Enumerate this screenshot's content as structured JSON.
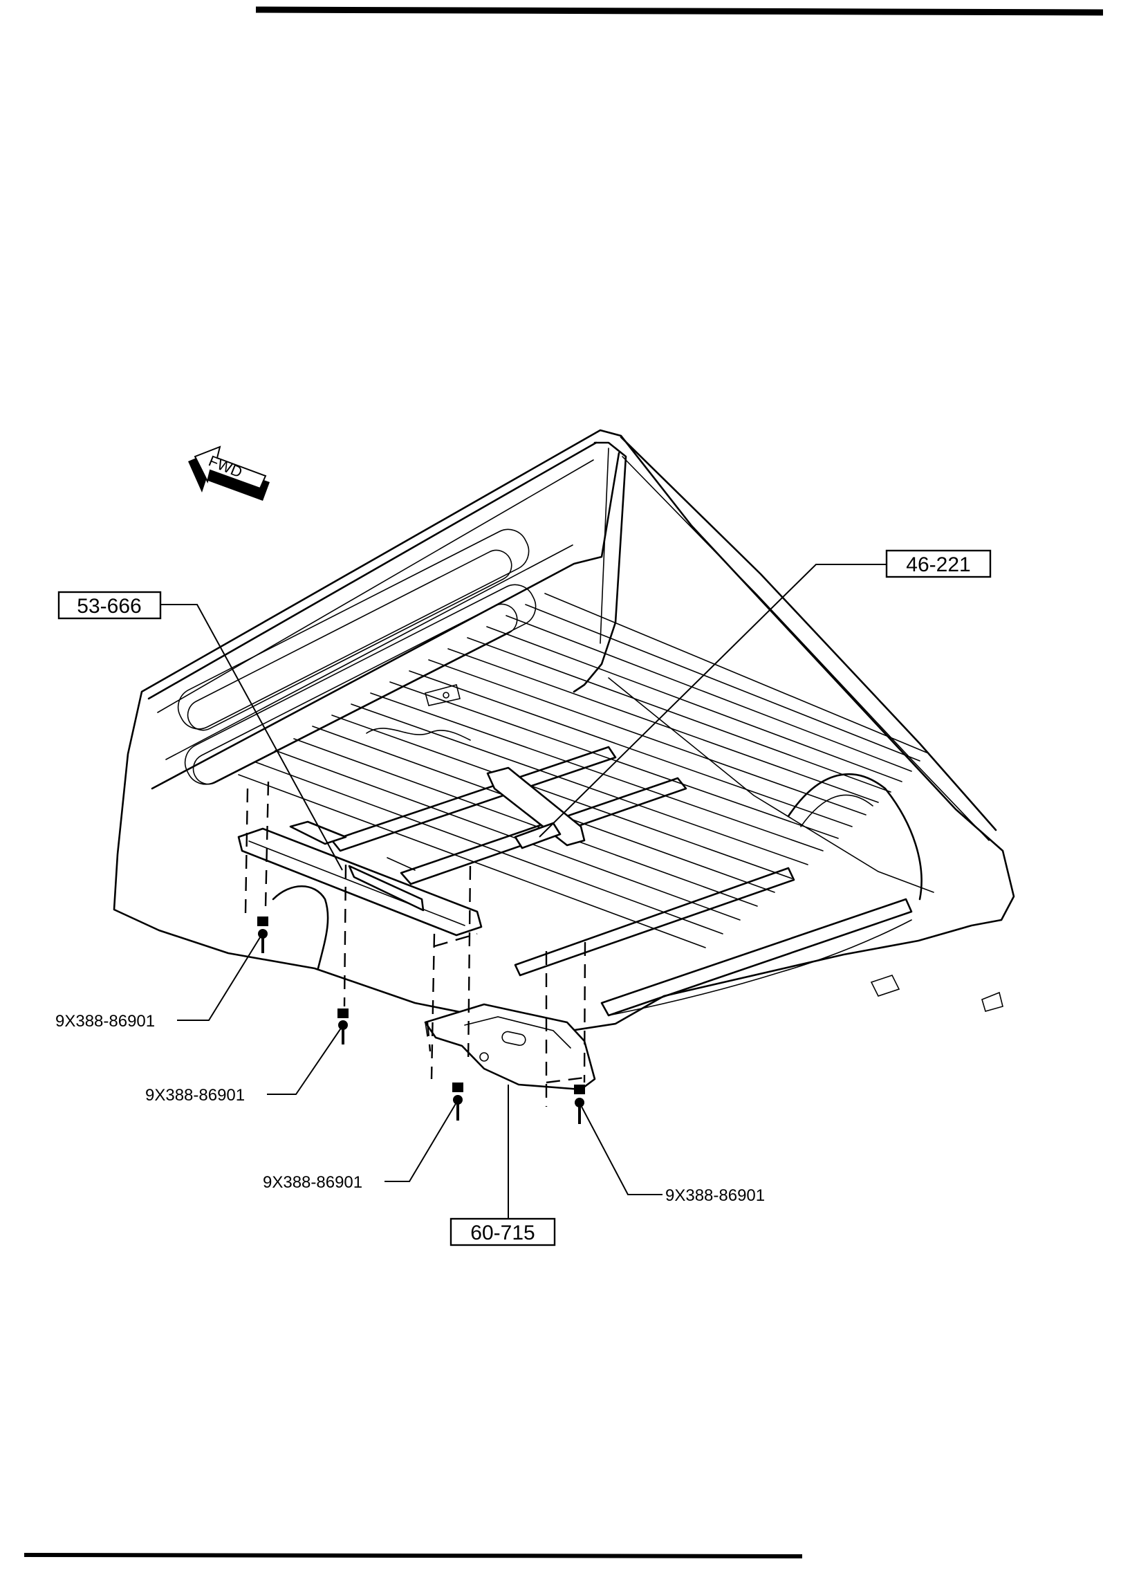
{
  "direction_label": "FWD",
  "callouts": [
    {
      "id": "c1",
      "text": "53-666"
    },
    {
      "id": "c2",
      "text": "46-221"
    },
    {
      "id": "c3",
      "text": "60-715"
    }
  ],
  "part_labels": [
    {
      "id": "p1",
      "text": "9X388-86901"
    },
    {
      "id": "p2",
      "text": "9X388-86901"
    },
    {
      "id": "p3",
      "text": "9X388-86901"
    },
    {
      "id": "p4",
      "text": "9X388-86901"
    }
  ]
}
